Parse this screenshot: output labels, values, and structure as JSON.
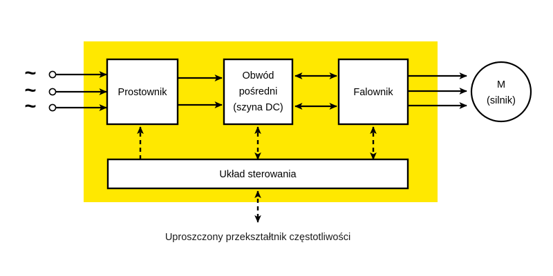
{
  "diagram": {
    "caption": "Uproszczony przekształtnik częstotliwości",
    "colors": {
      "panel": "#FFE800",
      "stroke": "#000000",
      "block_fill": "#FFFFFF",
      "background": "#FFFFFF"
    },
    "supply": {
      "phase_symbols": [
        "~",
        "~",
        "~"
      ],
      "terminal_count": 3
    },
    "blocks": [
      {
        "id": "rectifier",
        "label": "Prostownik",
        "lines": [
          "Prostownik"
        ]
      },
      {
        "id": "dc_link",
        "label": "Obwód pośredni (szyna DC)",
        "lines": [
          "Obwód",
          "pośredni",
          "(szyna DC)"
        ]
      },
      {
        "id": "inverter",
        "label": "Falownik",
        "lines": [
          "Falownik"
        ]
      },
      {
        "id": "control",
        "label": "Układ sterowania",
        "lines": [
          "Układ sterowania"
        ]
      }
    ],
    "motor": {
      "lines": [
        "M",
        "(silnik)"
      ],
      "line1": "M",
      "line2": "(silnik)"
    }
  }
}
